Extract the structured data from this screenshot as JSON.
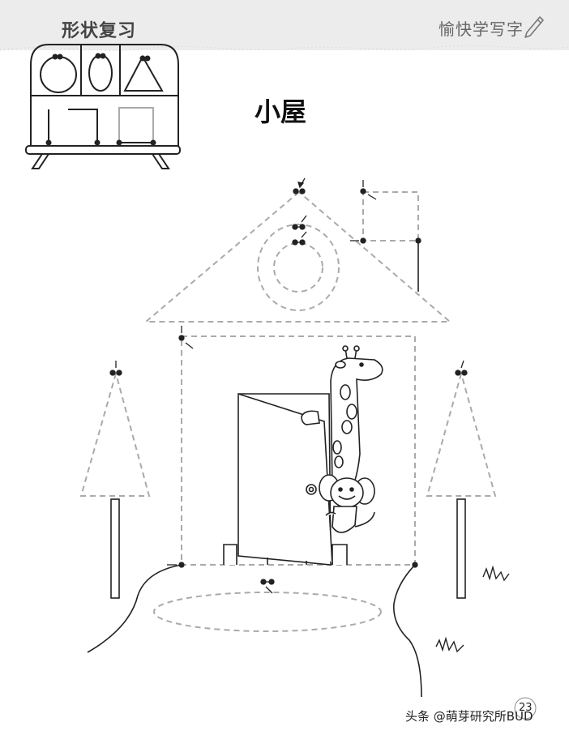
{
  "header": {
    "section_title": "形状复习",
    "series_title": "愉快学写字"
  },
  "page": {
    "title": "小屋",
    "number": "23"
  },
  "footer": {
    "credit": "头条 @萌芽研究所BUD"
  },
  "icons": {
    "pencil": "pencil-icon"
  }
}
